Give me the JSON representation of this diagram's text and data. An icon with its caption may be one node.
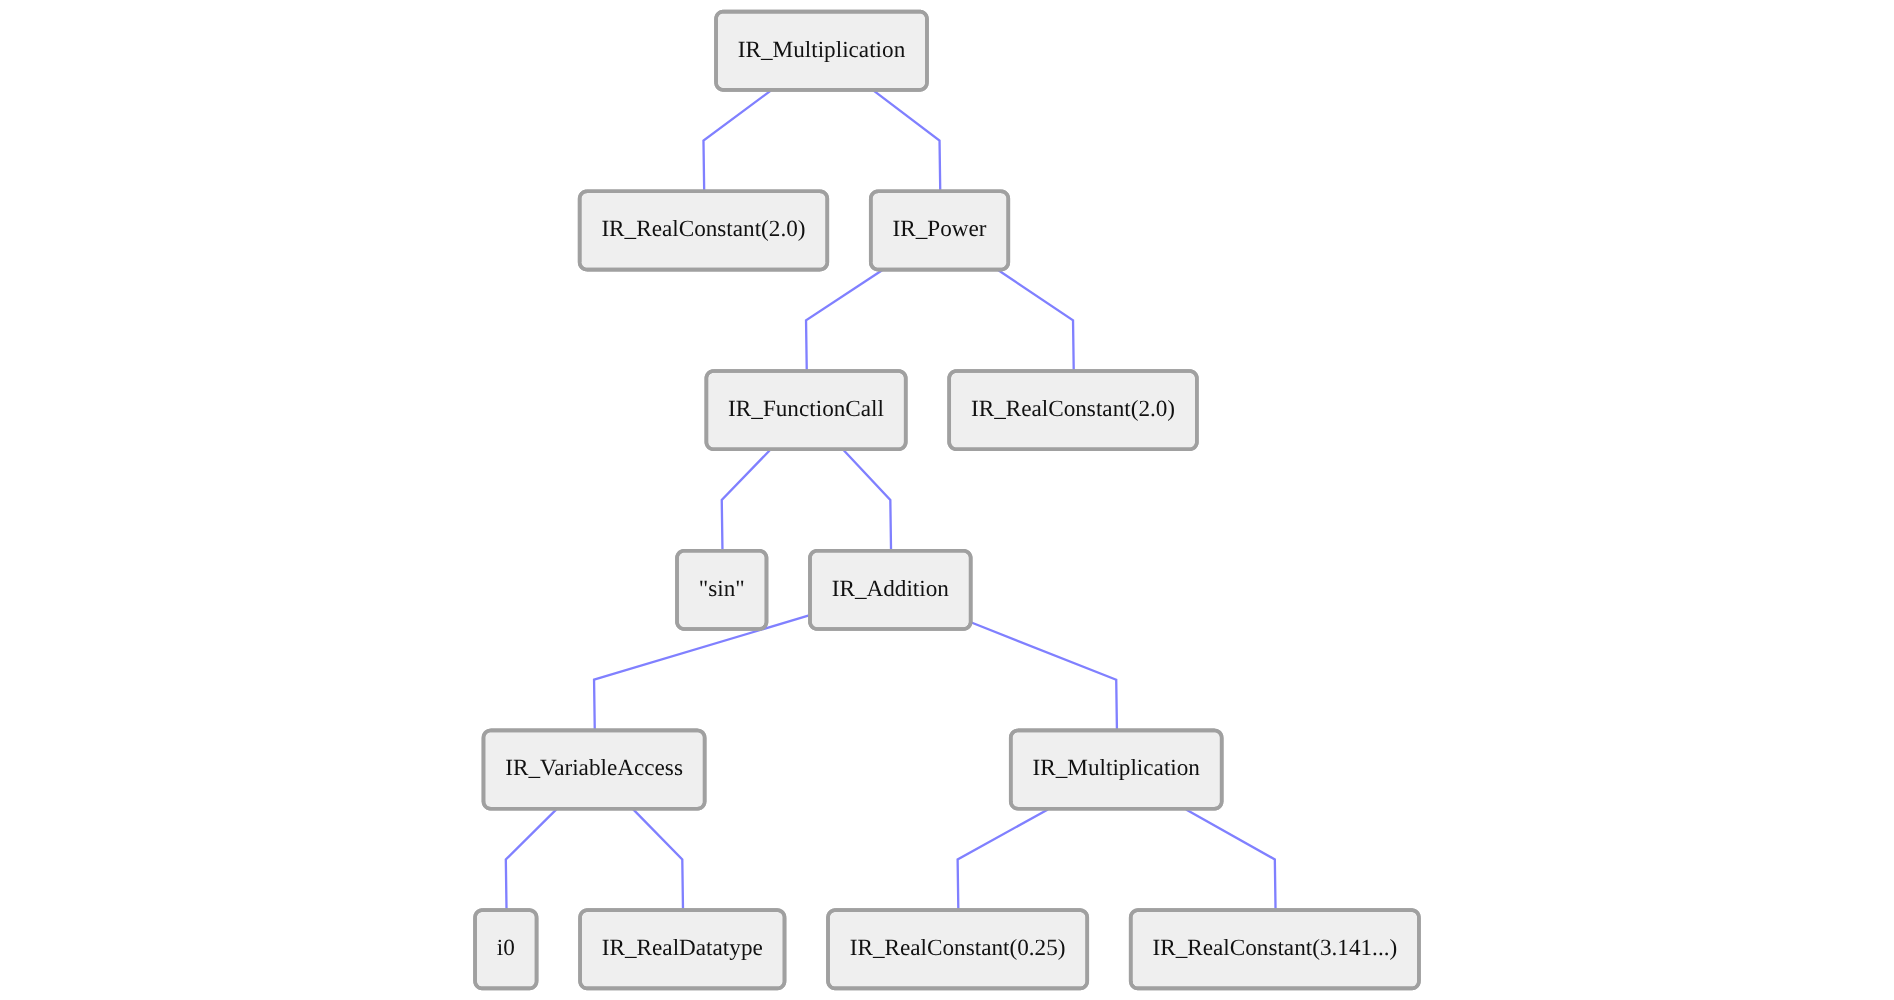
{
  "diagram": {
    "nodes": [
      {
        "text": [
          "IR_Multiplication"
        ]
      },
      {
        "text": [
          "IR_RealConstant(2.0)"
        ]
      },
      {
        "text": [
          "IR_Power"
        ]
      },
      {
        "text": [
          "IR_FunctionCall"
        ]
      },
      {
        "text": [
          "IR_RealConstant(2.0)"
        ]
      },
      {
        "text": [
          "\"sin\""
        ]
      },
      {
        "text": [
          "IR_Addition"
        ]
      },
      {
        "text": [
          "IR_VariableAccess"
        ]
      },
      {
        "text": [
          "IR_Multiplication"
        ]
      },
      {
        "text": [
          "i0"
        ]
      },
      {
        "text": [
          "IR_RealDatatype"
        ]
      },
      {
        "text": [
          "IR_RealConstant(0.25)"
        ]
      },
      {
        "text": [
          "IR_RealConstant(3.141...)"
        ]
      }
    ],
    "edges": [
      {
        "from": 0,
        "to": 1,
        "arrow": "none"
      },
      {
        "from": 0,
        "to": 2,
        "arrow": "none"
      },
      {
        "from": 2,
        "to": 3,
        "arrow": "none"
      },
      {
        "from": 2,
        "to": 4,
        "arrow": "none"
      },
      {
        "from": 3,
        "to": 5,
        "arrow": "none"
      },
      {
        "from": 3,
        "to": 6,
        "arrow": "none"
      },
      {
        "from": 6,
        "to": 7,
        "arrow": "none"
      },
      {
        "from": 6,
        "to": 8,
        "arrow": "none"
      },
      {
        "from": 7,
        "to": 9,
        "arrow": "none"
      },
      {
        "from": 7,
        "to": 10,
        "arrow": "none"
      },
      {
        "from": 8,
        "to": 11,
        "arrow": "none"
      },
      {
        "from": 8,
        "to": 12,
        "arrow": "none"
      }
    ]
  }
}
